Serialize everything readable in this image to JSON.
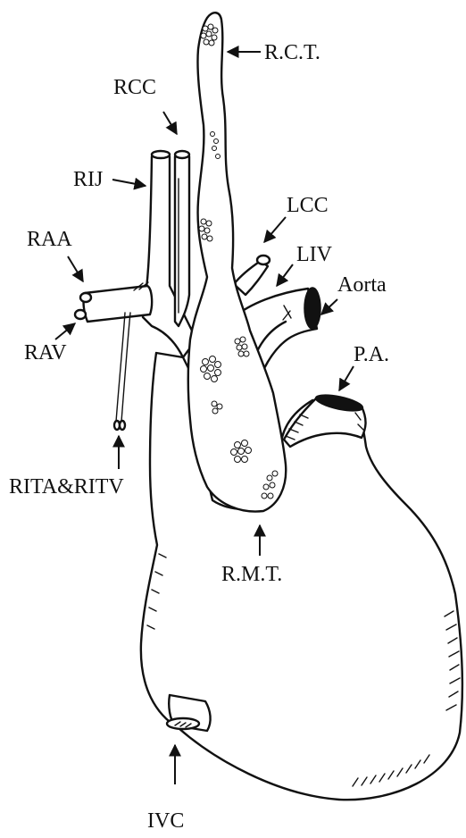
{
  "diagram": {
    "labels": {
      "rct": "R.C.T.",
      "rcc": "RCC",
      "rij": "RIJ",
      "lcc": "LCC",
      "liv": "LIV",
      "raa": "RAA",
      "aorta": "Aorta",
      "rav": "RAV",
      "pa": "P.A.",
      "rita_ritv": "RITA&RITV",
      "rmt": "R.M.T.",
      "ivc": "IVC"
    },
    "colors": {
      "ink": "#111111",
      "background": "#ffffff"
    }
  }
}
